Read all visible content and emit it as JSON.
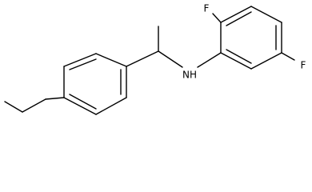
{
  "structure": {
    "atom_labels": {
      "fluorine_top": "F",
      "fluorine_right": "F",
      "amine": "NH"
    }
  }
}
